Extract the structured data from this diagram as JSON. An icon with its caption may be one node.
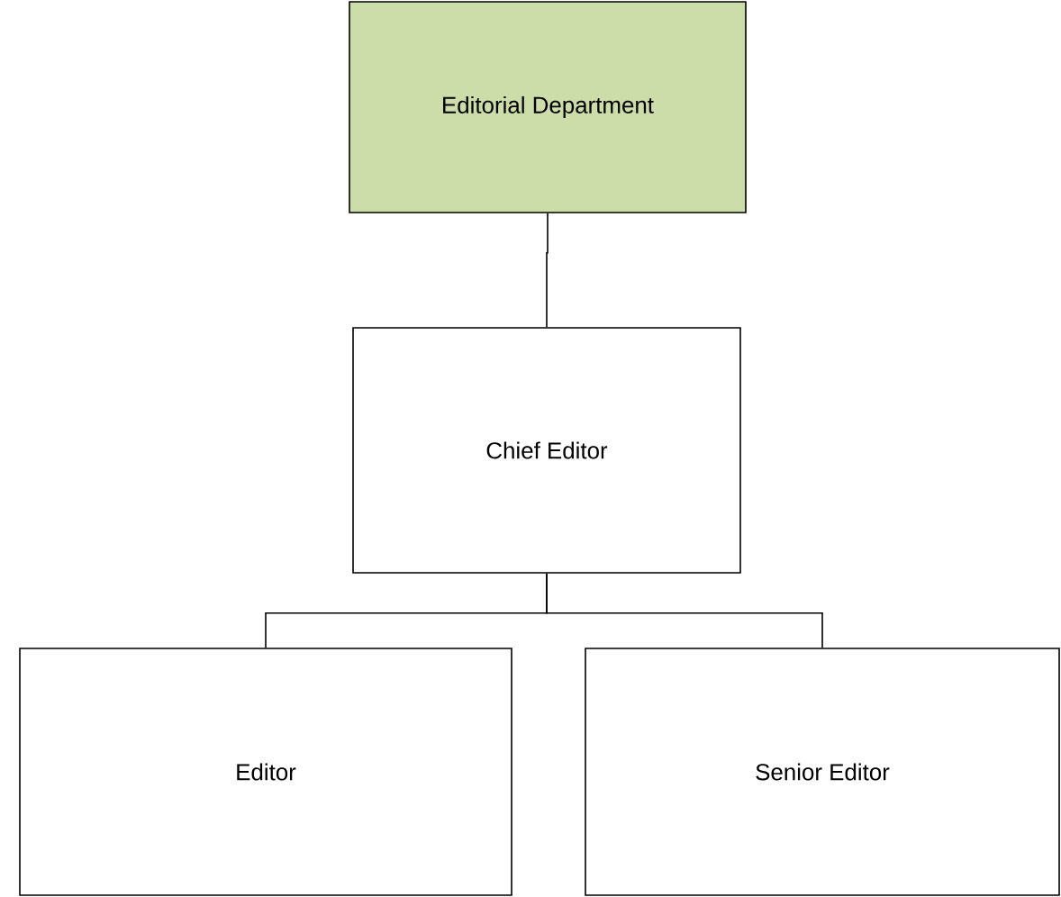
{
  "diagram": {
    "nodes": [
      {
        "text": [
          "Editorial Department"
        ]
      },
      {
        "text": [
          "Chief Editor"
        ]
      },
      {
        "text": [
          "Editor"
        ]
      },
      {
        "text": [
          "Senior Editor"
        ]
      }
    ],
    "edges": [
      {
        "from": 0,
        "to": 1,
        "arrow": "none"
      },
      {
        "from": 1,
        "to": 2,
        "arrow": "none"
      },
      {
        "from": 1,
        "to": 3,
        "arrow": "none"
      }
    ]
  }
}
